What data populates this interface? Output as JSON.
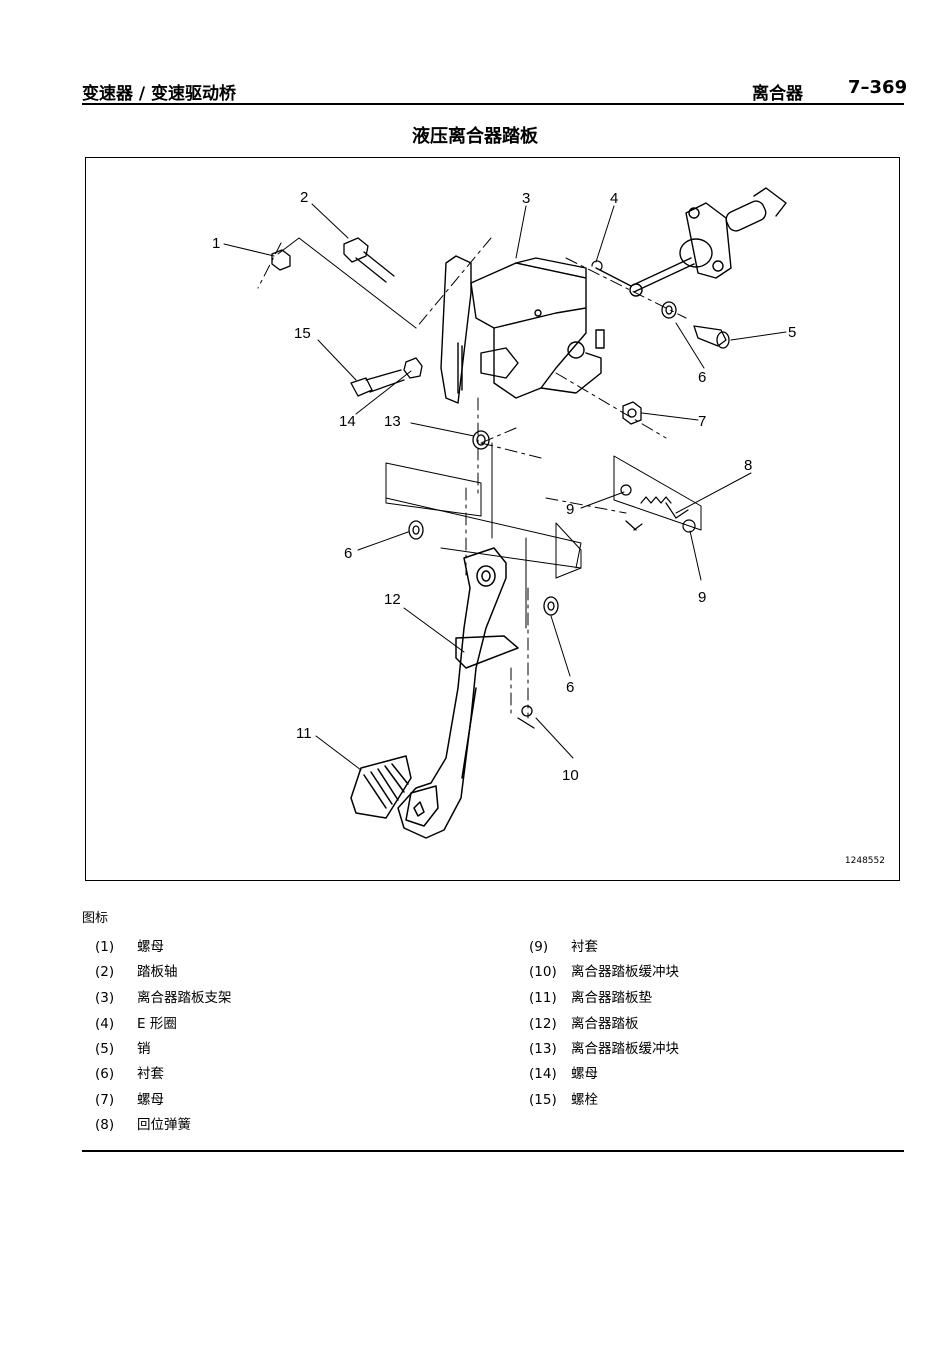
{
  "header": {
    "left_title": "变速器 / 变速驱动桥",
    "section": "离合器",
    "page_number": "7–369"
  },
  "figure": {
    "title": "液压离合器踏板",
    "id": "1248552",
    "callouts": [
      "1",
      "2",
      "3",
      "4",
      "5",
      "6",
      "6",
      "6",
      "7",
      "8",
      "9",
      "9",
      "10",
      "11",
      "12",
      "13",
      "14",
      "15"
    ]
  },
  "legend": {
    "title": "图标",
    "left": [
      {
        "num": "(1)",
        "label": "螺母"
      },
      {
        "num": "(2)",
        "label": "踏板轴"
      },
      {
        "num": "(3)",
        "label": "离合器踏板支架"
      },
      {
        "num": "(4)",
        "label": "E 形圈"
      },
      {
        "num": "(5)",
        "label": "销"
      },
      {
        "num": "(6)",
        "label": "衬套"
      },
      {
        "num": "(7)",
        "label": "螺母"
      },
      {
        "num": "(8)",
        "label": "回位弹簧"
      }
    ],
    "right": [
      {
        "num": "(9)",
        "label": "衬套"
      },
      {
        "num": "(10)",
        "label": "离合器踏板缓冲块"
      },
      {
        "num": "(11)",
        "label": "离合器踏板垫"
      },
      {
        "num": "(12)",
        "label": "离合器踏板"
      },
      {
        "num": "(13)",
        "label": "离合器踏板缓冲块"
      },
      {
        "num": "(14)",
        "label": "螺母"
      },
      {
        "num": "(15)",
        "label": "螺栓"
      }
    ]
  }
}
